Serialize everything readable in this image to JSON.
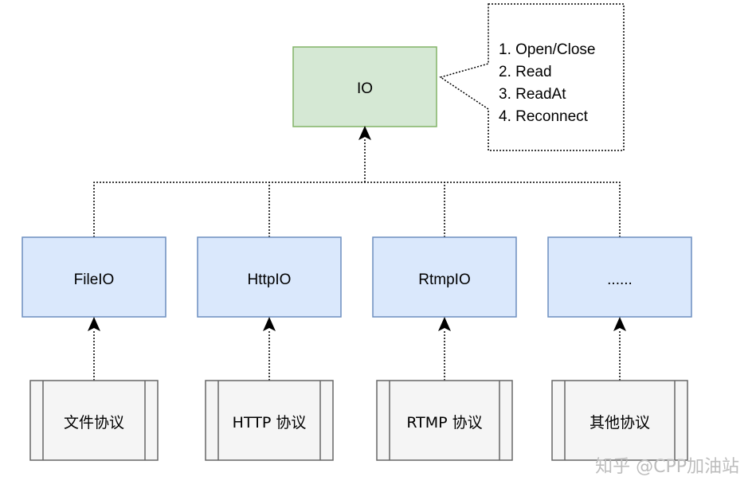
{
  "root": {
    "label": "IO",
    "note_items": [
      "1. Open/Close",
      "2. Read",
      "3. ReadAt",
      "4. Reconnect"
    ]
  },
  "implementations": [
    {
      "label": "FileIO",
      "protocol": "文件协议"
    },
    {
      "label": "HttpIO",
      "protocol": "HTTP 协议"
    },
    {
      "label": "RtmpIO",
      "protocol": "RTMP 协议"
    },
    {
      "label": "......",
      "protocol": "其他协议"
    }
  ],
  "watermark": "知乎 @CPP加油站",
  "colors": {
    "root_fill": "#d5e8d4",
    "root_stroke": "#82b366",
    "impl_fill": "#dae8fc",
    "impl_stroke": "#6c8ebf",
    "proto_fill": "#f5f5f5",
    "proto_stroke": "#666666"
  }
}
